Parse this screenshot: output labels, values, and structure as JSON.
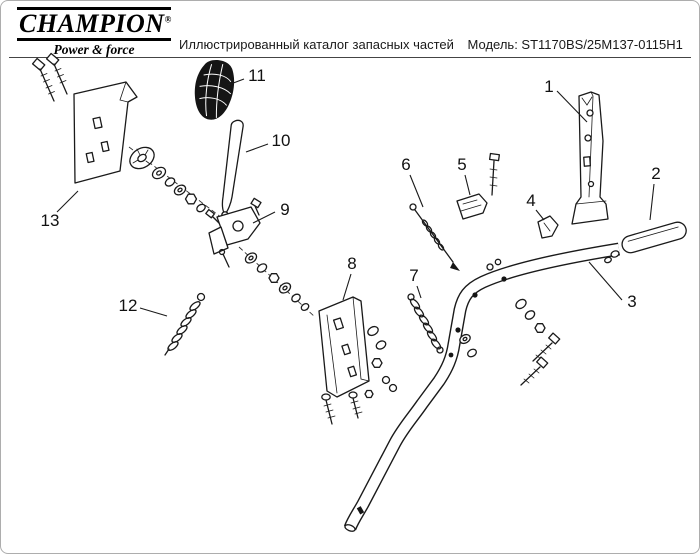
{
  "header": {
    "brand": {
      "name": "CHAMPION",
      "registered": "®",
      "tagline": "Power & force"
    },
    "catalog_title": "Иллюстрированный каталог запасных частей",
    "model": "Модель: ST1170BS/25M137-0115H1"
  },
  "diagram": {
    "callouts": [
      "1",
      "2",
      "3",
      "4",
      "5",
      "6",
      "7",
      "8",
      "9",
      "10",
      "11",
      "12",
      "13"
    ]
  },
  "colors": {
    "line": "#1a1a1a",
    "background": "#ffffff",
    "border": "#adadad"
  }
}
